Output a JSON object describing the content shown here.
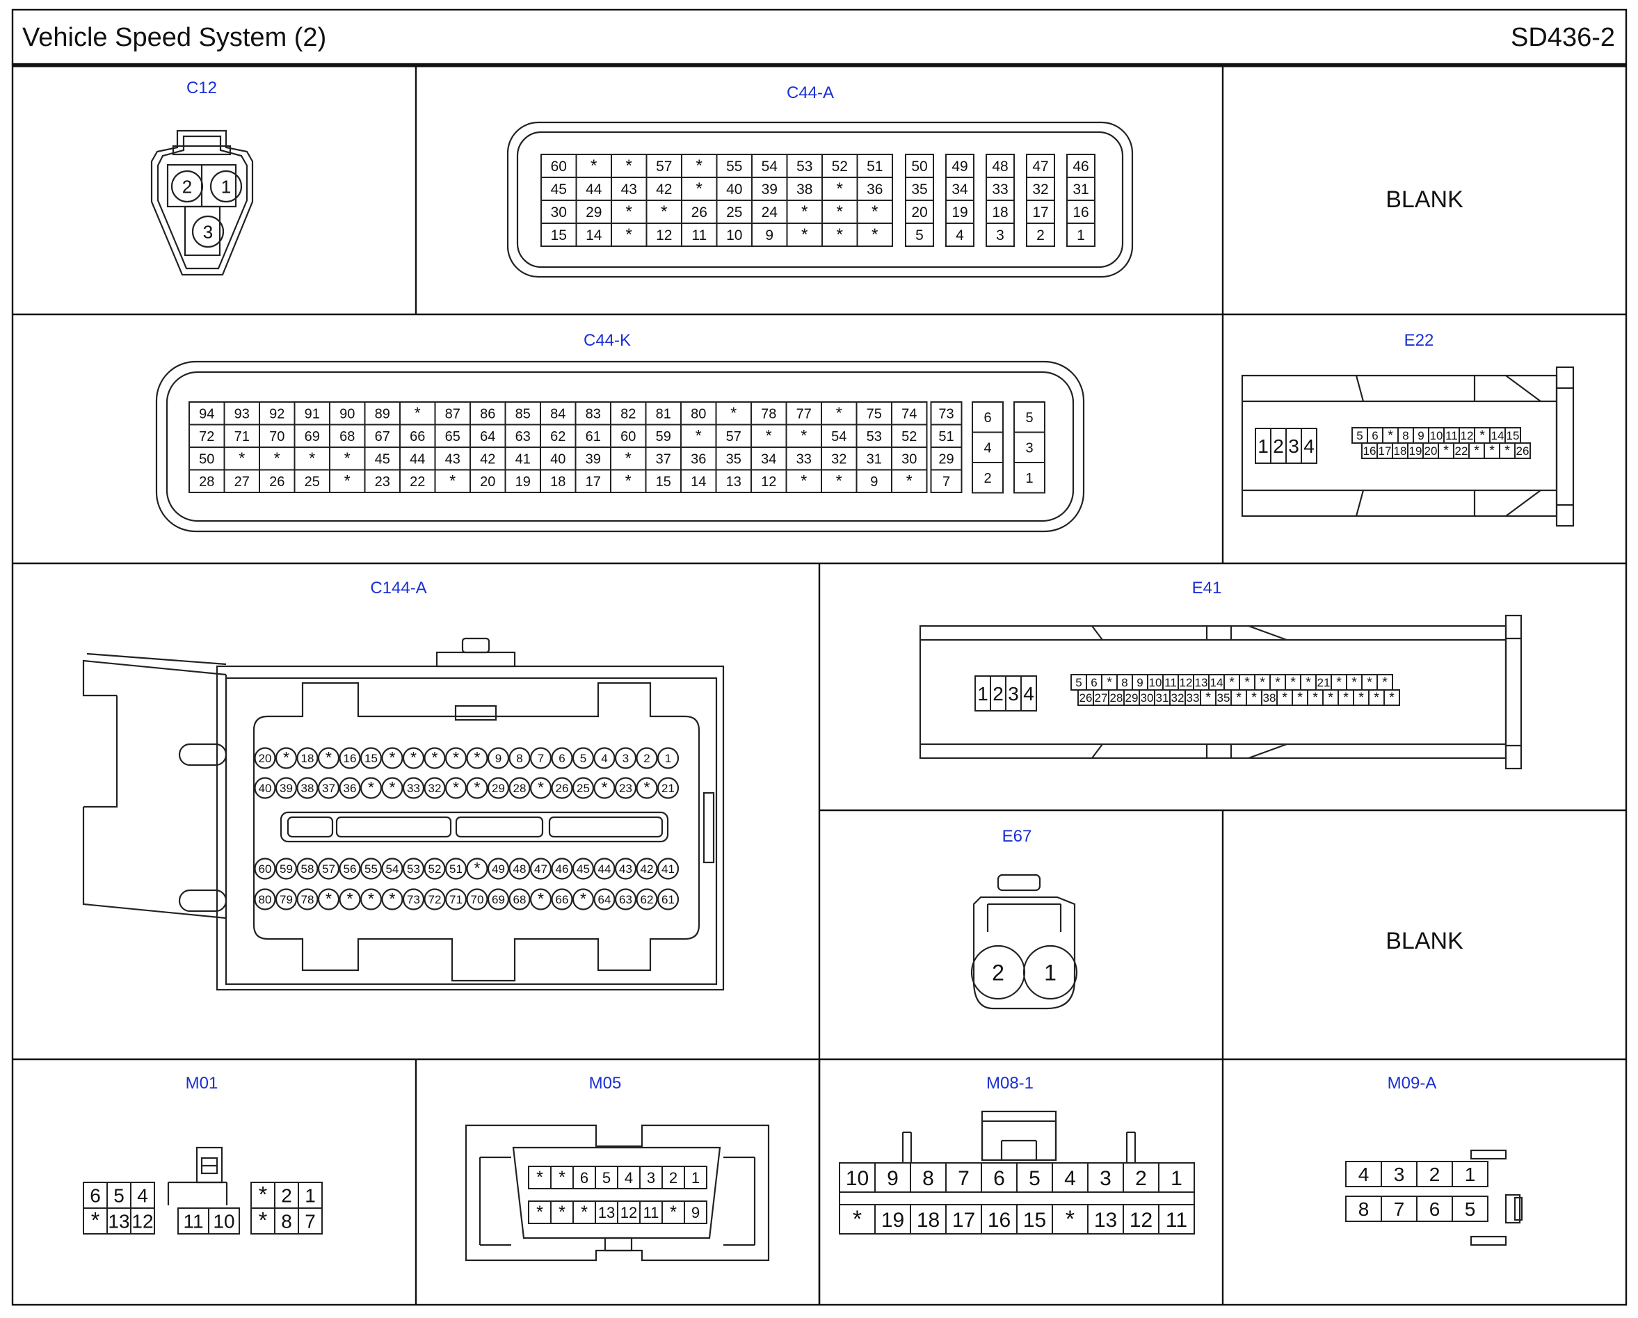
{
  "header": {
    "title": "Vehicle Speed System (2)",
    "code": "SD436-2"
  },
  "connectors": {
    "c12": {
      "label": "C12",
      "pins": [
        "2",
        "1",
        "3"
      ]
    },
    "c44a": {
      "label": "C44-A",
      "rows": [
        [
          "60",
          "*",
          "*",
          "57",
          "*",
          "55",
          "54",
          "53",
          "52",
          "51",
          "50",
          "49",
          "48",
          "47",
          "46"
        ],
        [
          "45",
          "44",
          "43",
          "42",
          "*",
          "40",
          "39",
          "38",
          "*",
          "36",
          "35",
          "34",
          "33",
          "32",
          "31"
        ],
        [
          "30",
          "29",
          "*",
          "*",
          "26",
          "25",
          "24",
          "*",
          "*",
          "*",
          "20",
          "19",
          "18",
          "17",
          "16"
        ],
        [
          "15",
          "14",
          "*",
          "12",
          "11",
          "10",
          "9",
          "*",
          "*",
          "*",
          "5",
          "4",
          "3",
          "2",
          "1"
        ]
      ]
    },
    "blank1": {
      "label": "BLANK"
    },
    "c44k": {
      "label": "C44-K",
      "rows": [
        [
          "94",
          "93",
          "92",
          "91",
          "90",
          "89",
          "*",
          "87",
          "86",
          "85",
          "84",
          "83",
          "82",
          "81",
          "80",
          "*",
          "78",
          "77",
          "*",
          "75",
          "74",
          "73"
        ],
        [
          "72",
          "71",
          "70",
          "69",
          "68",
          "67",
          "66",
          "65",
          "64",
          "63",
          "62",
          "61",
          "60",
          "59",
          "*",
          "57",
          "*",
          "*",
          "54",
          "53",
          "52",
          "51"
        ],
        [
          "50",
          "*",
          "*",
          "*",
          "*",
          "45",
          "44",
          "43",
          "42",
          "41",
          "40",
          "39",
          "*",
          "37",
          "36",
          "35",
          "34",
          "33",
          "32",
          "31",
          "30",
          "29"
        ],
        [
          "28",
          "27",
          "26",
          "25",
          "*",
          "23",
          "22",
          "*",
          "20",
          "19",
          "18",
          "17",
          "*",
          "15",
          "14",
          "13",
          "12",
          "*",
          "*",
          "9",
          "*",
          "7"
        ]
      ],
      "side": [
        [
          "6",
          "5"
        ],
        [
          "4",
          "3"
        ],
        [
          "2",
          "1"
        ]
      ]
    },
    "e22": {
      "label": "E22",
      "big": [
        "1",
        "2",
        "3",
        "4"
      ],
      "top": [
        "5",
        "6",
        "*",
        "8",
        "9",
        "10",
        "11",
        "12",
        "*",
        "14",
        "15"
      ],
      "bottom": [
        "16",
        "17",
        "18",
        "19",
        "20",
        "*",
        "22",
        "*",
        "*",
        "*",
        "26"
      ]
    },
    "c144a": {
      "label": "C144-A",
      "rows": [
        [
          "20",
          "*",
          "18",
          "*",
          "16",
          "15",
          "*",
          "*",
          "*",
          "*",
          "*",
          "9",
          "8",
          "7",
          "6",
          "5",
          "4",
          "3",
          "2",
          "1"
        ],
        [
          "40",
          "39",
          "38",
          "37",
          "36",
          "*",
          "*",
          "33",
          "32",
          "*",
          "*",
          "29",
          "28",
          "*",
          "26",
          "25",
          "*",
          "23",
          "*",
          "21"
        ],
        [
          "60",
          "59",
          "58",
          "57",
          "56",
          "55",
          "54",
          "53",
          "52",
          "51",
          "*",
          "49",
          "48",
          "47",
          "46",
          "45",
          "44",
          "43",
          "42",
          "41"
        ],
        [
          "80",
          "79",
          "78",
          "*",
          "*",
          "*",
          "*",
          "73",
          "72",
          "71",
          "70",
          "69",
          "68",
          "*",
          "66",
          "*",
          "64",
          "63",
          "62",
          "61"
        ]
      ]
    },
    "e41": {
      "label": "E41",
      "big": [
        "1",
        "2",
        "3",
        "4"
      ],
      "top": [
        "5",
        "6",
        "*",
        "8",
        "9",
        "10",
        "11",
        "12",
        "13",
        "14",
        "*",
        "*",
        "*",
        "*",
        "*",
        "*",
        "21",
        "*",
        "*",
        "*",
        "*"
      ],
      "bottom": [
        "26",
        "27",
        "28",
        "29",
        "30",
        "31",
        "32",
        "33",
        "*",
        "35",
        "*",
        "*",
        "38",
        "*",
        "*",
        "*",
        "*",
        "*",
        "*",
        "*",
        "*"
      ]
    },
    "e67": {
      "label": "E67",
      "pins": [
        "2",
        "1"
      ]
    },
    "blank2": {
      "label": "BLANK"
    },
    "m01": {
      "label": "M01",
      "top_left": [
        "6",
        "5",
        "4"
      ],
      "top_right": [
        "*",
        "2",
        "1"
      ],
      "bottom": [
        "*",
        "13",
        "12",
        "11",
        "10",
        "*",
        "8",
        "7"
      ]
    },
    "m05": {
      "label": "M05",
      "top": [
        "*",
        "*",
        "6",
        "5",
        "4",
        "3",
        "2",
        "1"
      ],
      "bottom": [
        "*",
        "*",
        "*",
        "13",
        "12",
        "11",
        "*",
        "9"
      ]
    },
    "m081": {
      "label": "M08-1",
      "top": [
        "10",
        "9",
        "8",
        "7",
        "6",
        "5",
        "4",
        "3",
        "2",
        "1"
      ],
      "bottom": [
        "*",
        "19",
        "18",
        "17",
        "16",
        "15",
        "*",
        "13",
        "12",
        "11"
      ]
    },
    "m09a": {
      "label": "M09-A",
      "top": [
        "4",
        "3",
        "2",
        "1"
      ],
      "bottom": [
        "8",
        "7",
        "6",
        "5"
      ]
    }
  }
}
